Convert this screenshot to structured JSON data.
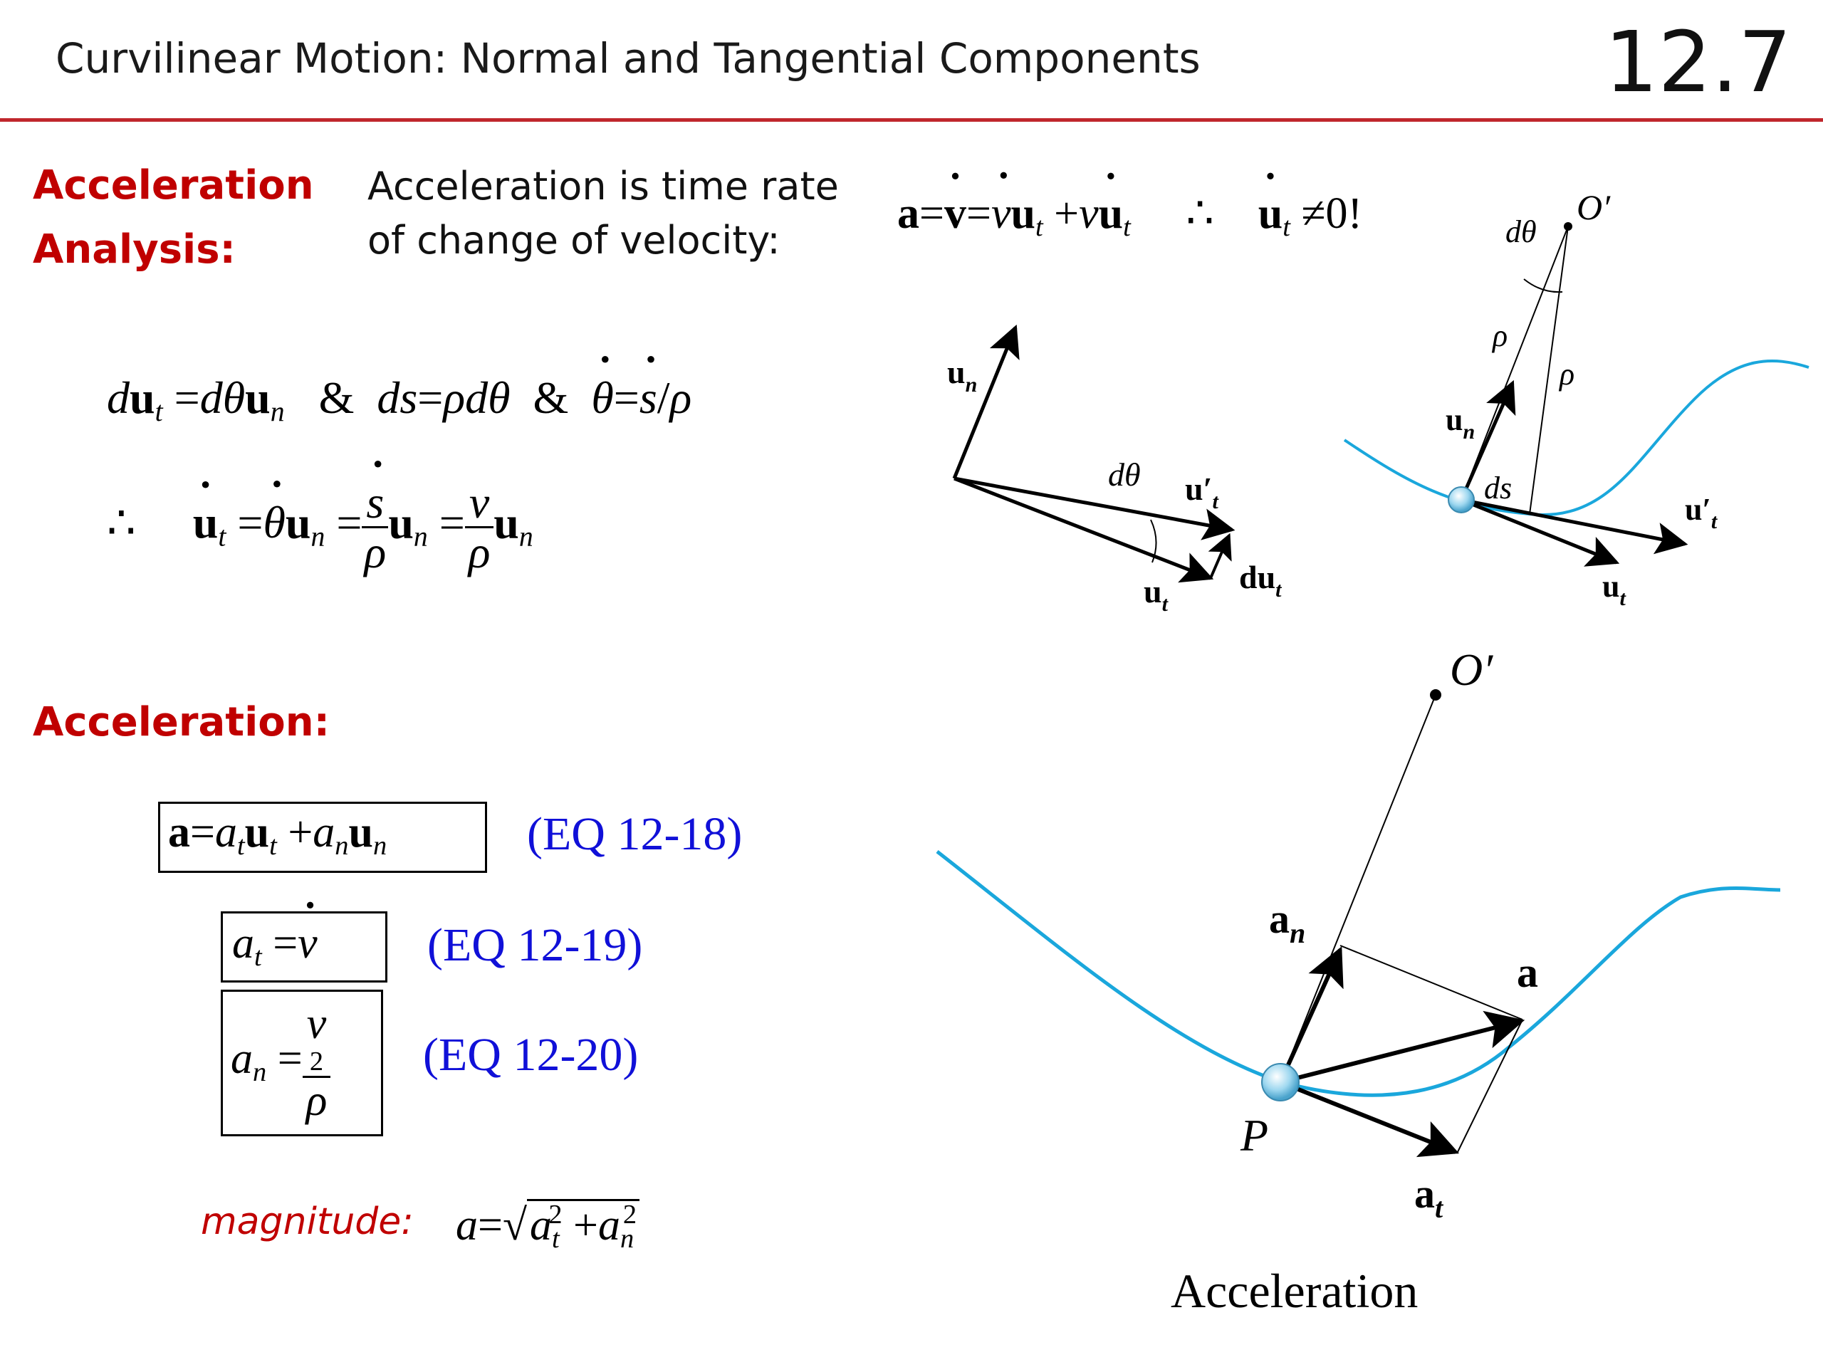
{
  "header": {
    "title": "Curvilinear Motion:  Normal and Tangential Components",
    "section_number": "12.7"
  },
  "accel_analysis": {
    "heading_line1": "Acceleration",
    "heading_line2": "Analysis:",
    "description_line1": "Acceleration is time rate",
    "description_line2": "of change of velocity:"
  },
  "acceleration": {
    "heading": "Acceleration:",
    "eq_18_ref": "(EQ 12-18)",
    "eq_19_ref": "(EQ 12-19)",
    "eq_20_ref": "(EQ 12-20)",
    "magnitude_label": "magnitude:"
  },
  "figures": {
    "caption": "Acceleration",
    "label_un": "u",
    "label_ut": "u",
    "label_ut_prime": "u′",
    "label_dut": "du",
    "label_dtheta": "dθ",
    "label_rho": "ρ",
    "label_ds": "ds",
    "label_O_prime": "O′",
    "label_P": "P",
    "label_an": "a",
    "label_at": "a",
    "label_a": "a"
  },
  "colors": {
    "accent_red": "#c00000",
    "rule_red": "#c0272d",
    "eq_blue": "#1010d8",
    "curve_blue": "#1aa7dc"
  }
}
